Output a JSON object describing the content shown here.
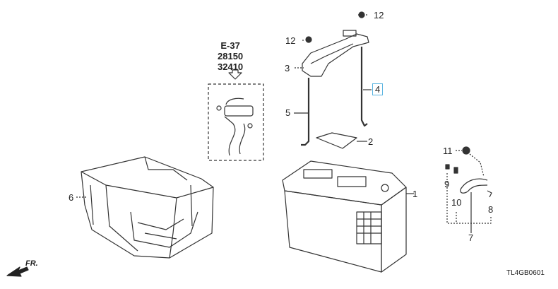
{
  "reference": {
    "lines": [
      "E-37",
      "28150",
      "32410"
    ]
  },
  "callouts": {
    "c1": "1",
    "c2": "2",
    "c3": "3",
    "c4": "4",
    "c5": "5",
    "c6": "6",
    "c7": "7",
    "c8": "8",
    "c9": "9",
    "c10": "10",
    "c11": "11",
    "c12a": "12",
    "c12b": "12"
  },
  "highlighted_callout": "4",
  "highlight_color": "#5ab4e0",
  "front_indicator": "FR.",
  "diagram_code": "TL4GB0601"
}
